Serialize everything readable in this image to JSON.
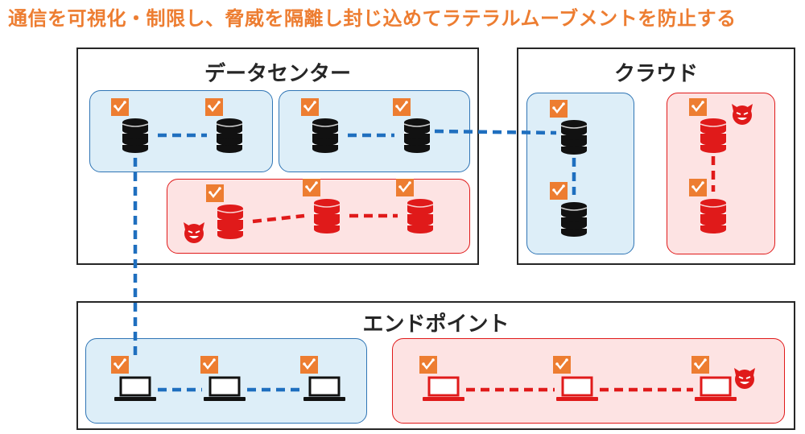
{
  "headline": "通信を可視化・制限し、脅威を隔離し封じ込めてラテラルムーブメントを防止する",
  "sections": {
    "datacenter": "データセンター",
    "cloud": "クラウド",
    "endpoint": "エンドポイント"
  },
  "colors": {
    "headline": "#ed7d31",
    "policy_badge": "#ed7d31",
    "trusted_fill": "#ddeef8",
    "trusted_border": "#2f75b5",
    "trusted_link": "#1f6fbf",
    "infected_fill": "#fde3e3",
    "infected_border": "#e01a1a",
    "infected_link": "#e01a1a",
    "healthy_device": "#111111",
    "infected_device": "#e01a1a",
    "threat_face": "#e01a1a"
  },
  "icons": {
    "server": "database-stack-icon",
    "laptop": "laptop-icon",
    "policy": "policy-check-icon",
    "threat": "devil-face-icon"
  },
  "zones": [
    {
      "id": "dc-trusted-a",
      "section": "datacenter",
      "status": "trusted"
    },
    {
      "id": "dc-trusted-b",
      "section": "datacenter",
      "status": "trusted"
    },
    {
      "id": "dc-infected",
      "section": "datacenter",
      "status": "infected"
    },
    {
      "id": "cloud-trusted",
      "section": "cloud",
      "status": "trusted"
    },
    {
      "id": "cloud-infected",
      "section": "cloud",
      "status": "infected"
    },
    {
      "id": "ep-trusted",
      "section": "endpoint",
      "status": "trusted"
    },
    {
      "id": "ep-infected",
      "section": "endpoint",
      "status": "infected"
    }
  ],
  "nodes": [
    {
      "id": "dc-a1",
      "type": "server",
      "status": "healthy",
      "zone": "dc-trusted-a"
    },
    {
      "id": "dc-a2",
      "type": "server",
      "status": "healthy",
      "zone": "dc-trusted-a"
    },
    {
      "id": "dc-b1",
      "type": "server",
      "status": "healthy",
      "zone": "dc-trusted-b"
    },
    {
      "id": "dc-b2",
      "type": "server",
      "status": "healthy",
      "zone": "dc-trusted-b"
    },
    {
      "id": "dc-r1",
      "type": "server",
      "status": "infected",
      "zone": "dc-infected",
      "threat": true
    },
    {
      "id": "dc-r2",
      "type": "server",
      "status": "infected",
      "zone": "dc-infected"
    },
    {
      "id": "dc-r3",
      "type": "server",
      "status": "infected",
      "zone": "dc-infected"
    },
    {
      "id": "cl-1",
      "type": "server",
      "status": "healthy",
      "zone": "cloud-trusted"
    },
    {
      "id": "cl-2",
      "type": "server",
      "status": "healthy",
      "zone": "cloud-trusted"
    },
    {
      "id": "cl-r1",
      "type": "server",
      "status": "infected",
      "zone": "cloud-infected",
      "threat": true
    },
    {
      "id": "cl-r2",
      "type": "server",
      "status": "infected",
      "zone": "cloud-infected"
    },
    {
      "id": "ep-1",
      "type": "laptop",
      "status": "healthy",
      "zone": "ep-trusted"
    },
    {
      "id": "ep-2",
      "type": "laptop",
      "status": "healthy",
      "zone": "ep-trusted"
    },
    {
      "id": "ep-3",
      "type": "laptop",
      "status": "healthy",
      "zone": "ep-trusted"
    },
    {
      "id": "ep-r1",
      "type": "laptop",
      "status": "infected",
      "zone": "ep-infected"
    },
    {
      "id": "ep-r2",
      "type": "laptop",
      "status": "infected",
      "zone": "ep-infected"
    },
    {
      "id": "ep-r3",
      "type": "laptop",
      "status": "infected",
      "zone": "ep-infected",
      "threat": true
    }
  ],
  "links": [
    {
      "from": "dc-a1",
      "to": "dc-a2",
      "status": "trusted"
    },
    {
      "from": "dc-b1",
      "to": "dc-b2",
      "status": "trusted"
    },
    {
      "from": "dc-b2",
      "to": "cl-1",
      "status": "trusted"
    },
    {
      "from": "cl-1",
      "to": "cl-2",
      "status": "trusted"
    },
    {
      "from": "dc-a1",
      "to": "ep-1",
      "status": "trusted"
    },
    {
      "from": "ep-1",
      "to": "ep-2",
      "status": "trusted"
    },
    {
      "from": "ep-2",
      "to": "ep-3",
      "status": "trusted"
    },
    {
      "from": "dc-r1",
      "to": "dc-r2",
      "status": "infected"
    },
    {
      "from": "dc-r2",
      "to": "dc-r3",
      "status": "infected"
    },
    {
      "from": "cl-r1",
      "to": "cl-r2",
      "status": "infected"
    },
    {
      "from": "ep-r1",
      "to": "ep-r2",
      "status": "infected"
    },
    {
      "from": "ep-r2",
      "to": "ep-r3",
      "status": "infected"
    }
  ]
}
